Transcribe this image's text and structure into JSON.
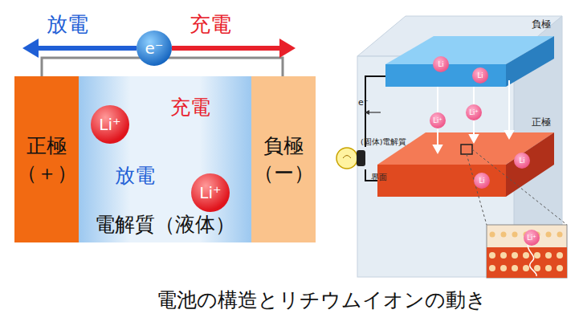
{
  "diagram": {
    "caption": "電池の構造とリチウムイオンの動き",
    "nodes": [
      {
        "text": [
          "正極",
          "（＋）"
        ]
      },
      {
        "text": [
          "電解質（液体）"
        ]
      },
      {
        "text": [
          "Li⁺"
        ],
        "in": 1
      },
      {
        "text": [
          "Li⁺"
        ],
        "in": 1
      },
      {
        "text": [
          "負極",
          "（ー）"
        ]
      },
      {
        "text": [
          "e⁻"
        ]
      },
      {
        "text": [
          "Li"
        ]
      },
      {
        "text": [
          "Li"
        ]
      },
      {
        "text": [
          "Li⁺"
        ]
      },
      {
        "text": [
          "Li⁺"
        ]
      },
      {
        "text": [
          "Li"
        ]
      },
      {
        "text": [
          "Li"
        ]
      },
      {
        "text": [
          "Li⁺"
        ]
      }
    ],
    "edges": [
      {
        "from": 2,
        "to": 4,
        "arrow": "to",
        "label": "充電"
      },
      {
        "from": 3,
        "to": 0,
        "arrow": "to",
        "label": "放電"
      }
    ],
    "labels": [
      "放電",
      "充電",
      "負極",
      "正極",
      "(固体)電解質",
      "界面",
      "e⁻"
    ]
  }
}
